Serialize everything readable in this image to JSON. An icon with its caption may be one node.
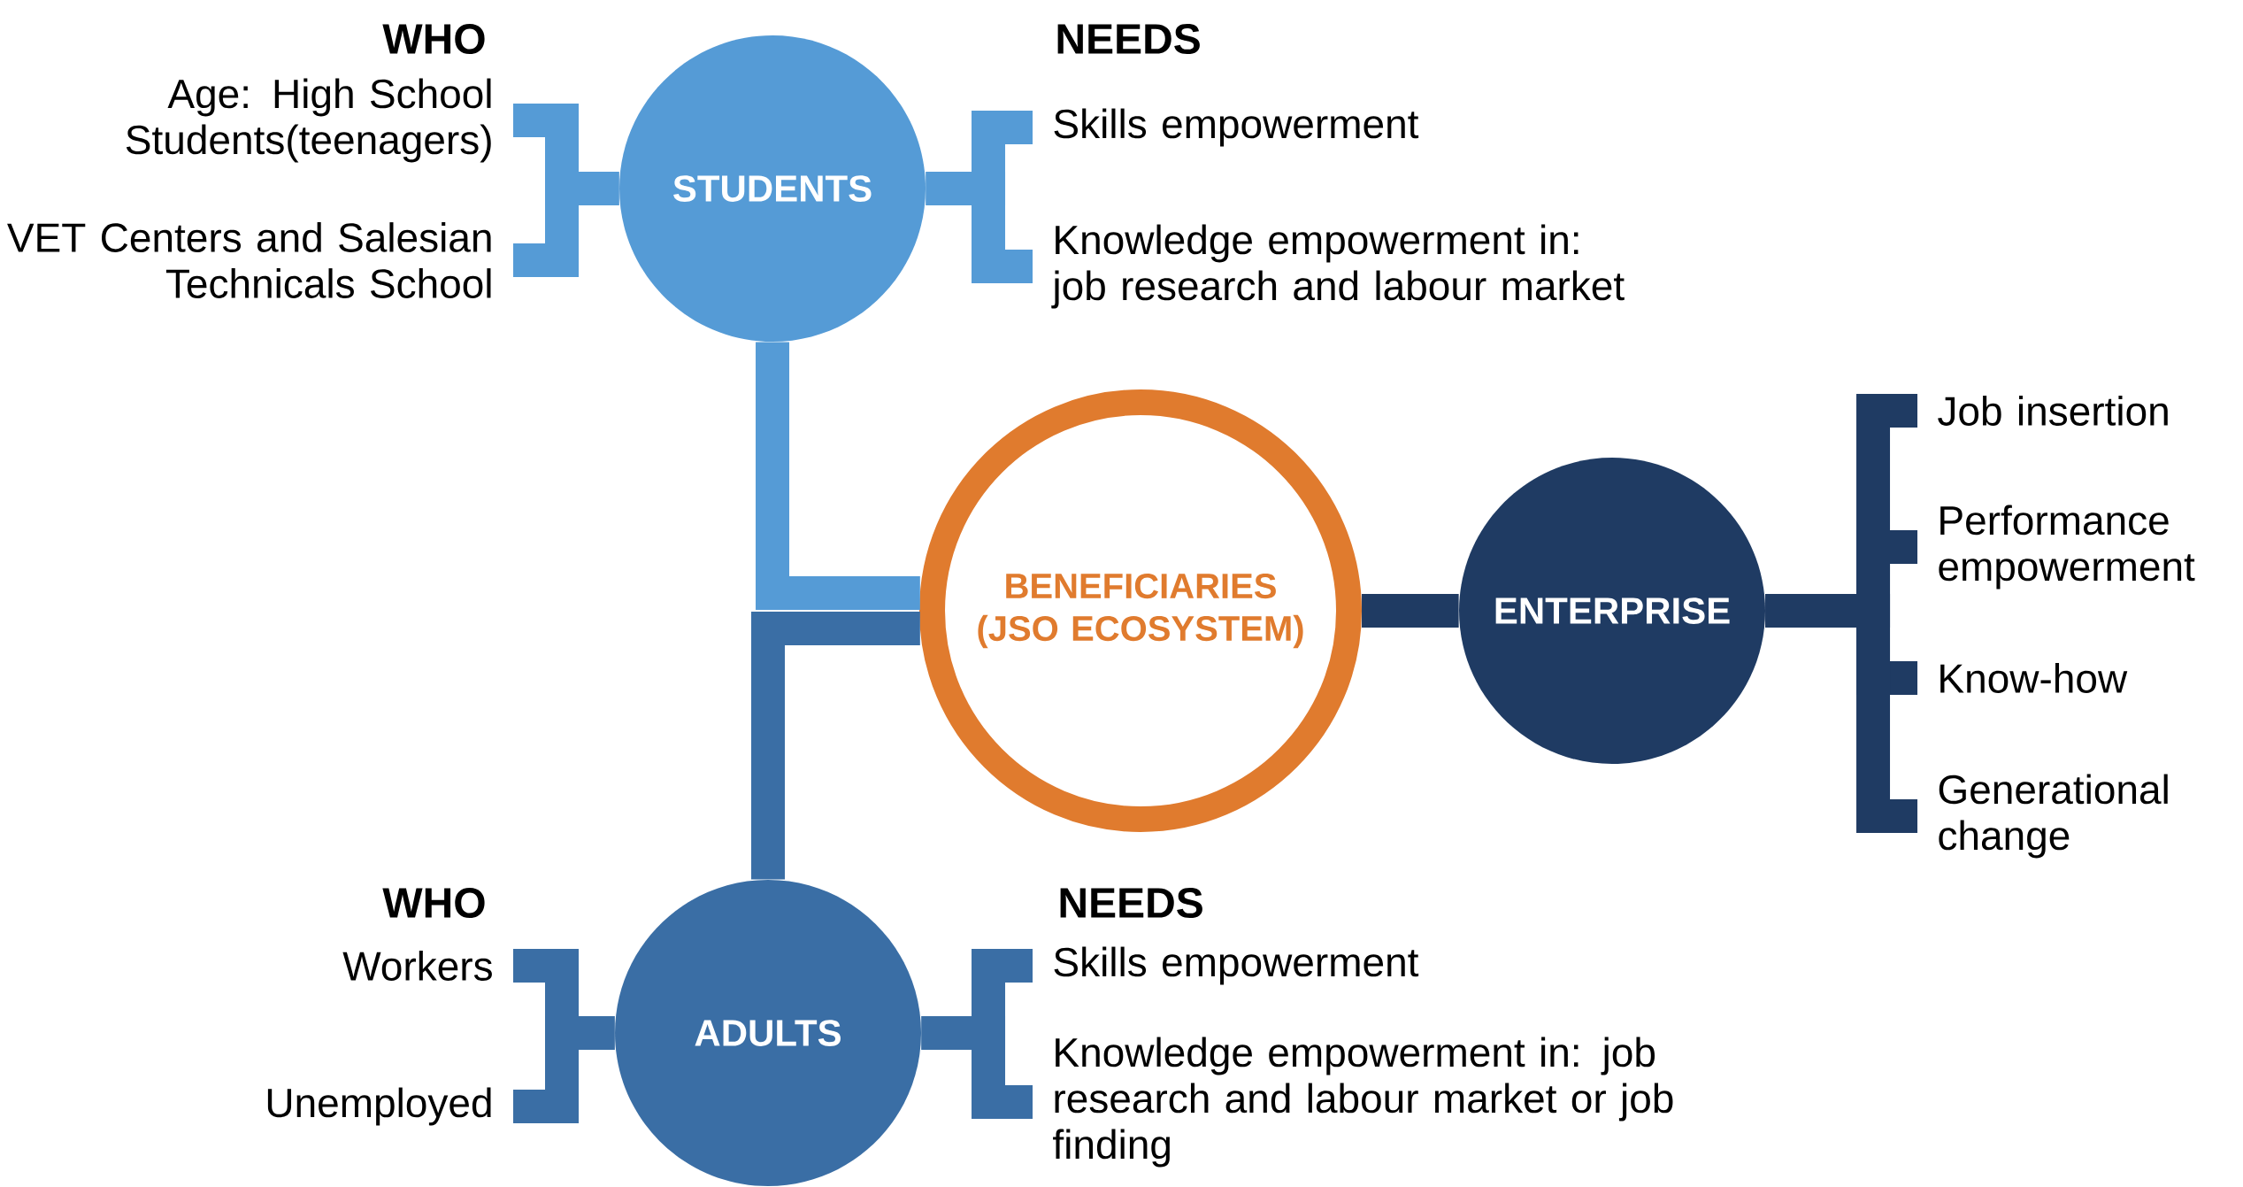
{
  "diagram": {
    "nodes": [
      {
        "text": [
          "STUDENTS"
        ]
      },
      {
        "text": [
          "Age: High School Students(teenagers)"
        ]
      },
      {
        "text": [
          "VET Centers and Salesian Technicals School"
        ]
      },
      {
        "text": [
          "Skills empowerment"
        ]
      },
      {
        "text": [
          "Knowledge empowerment in: job research and labour market"
        ]
      },
      {
        "text": [
          "BENEFICIARIES (JSO ECOSYSTEM)"
        ]
      },
      {
        "text": [
          "ENTERPRISE"
        ]
      },
      {
        "text": [
          "Job insertion"
        ]
      },
      {
        "text": [
          "Performance empowerment"
        ]
      },
      {
        "text": [
          "Know-how"
        ]
      },
      {
        "text": [
          "Generational change"
        ]
      },
      {
        "text": [
          "ADULTS"
        ]
      },
      {
        "text": [
          "Workers"
        ]
      },
      {
        "text": [
          "Unemployed"
        ]
      },
      {
        "text": [
          "Skills empowerment"
        ]
      },
      {
        "text": [
          "Knowledge empowerment in: job research and labour market or job finding"
        ]
      }
    ],
    "edges": [
      {
        "from": 0,
        "to": 1,
        "arrow": "none",
        "color": "#559bd6"
      },
      {
        "from": 0,
        "to": 2,
        "arrow": "none",
        "color": "#559bd6"
      },
      {
        "from": 0,
        "to": 3,
        "arrow": "none",
        "color": "#559bd6"
      },
      {
        "from": 0,
        "to": 4,
        "arrow": "none",
        "color": "#559bd6"
      },
      {
        "from": 0,
        "to": 5,
        "arrow": "none",
        "color": "#559bd6"
      },
      {
        "from": 11,
        "to": 5,
        "arrow": "none",
        "color": "#3a6ea5"
      },
      {
        "from": 5,
        "to": 6,
        "arrow": "none",
        "color": "#1f3b63"
      },
      {
        "from": 6,
        "to": 7,
        "arrow": "none",
        "color": "#1f3b63"
      },
      {
        "from": 6,
        "to": 8,
        "arrow": "none",
        "color": "#1f3b63"
      },
      {
        "from": 6,
        "to": 9,
        "arrow": "none",
        "color": "#1f3b63"
      },
      {
        "from": 6,
        "to": 10,
        "arrow": "none",
        "color": "#1f3b63"
      },
      {
        "from": 11,
        "to": 12,
        "arrow": "none",
        "color": "#3a6ea5"
      },
      {
        "from": 11,
        "to": 13,
        "arrow": "none",
        "color": "#3a6ea5"
      },
      {
        "from": 11,
        "to": 14,
        "arrow": "none",
        "color": "#3a6ea5"
      },
      {
        "from": 11,
        "to": 15,
        "arrow": "none",
        "color": "#3a6ea5"
      }
    ],
    "labels": [
      "WHO",
      "NEEDS",
      "WHO",
      "NEEDS"
    ]
  }
}
